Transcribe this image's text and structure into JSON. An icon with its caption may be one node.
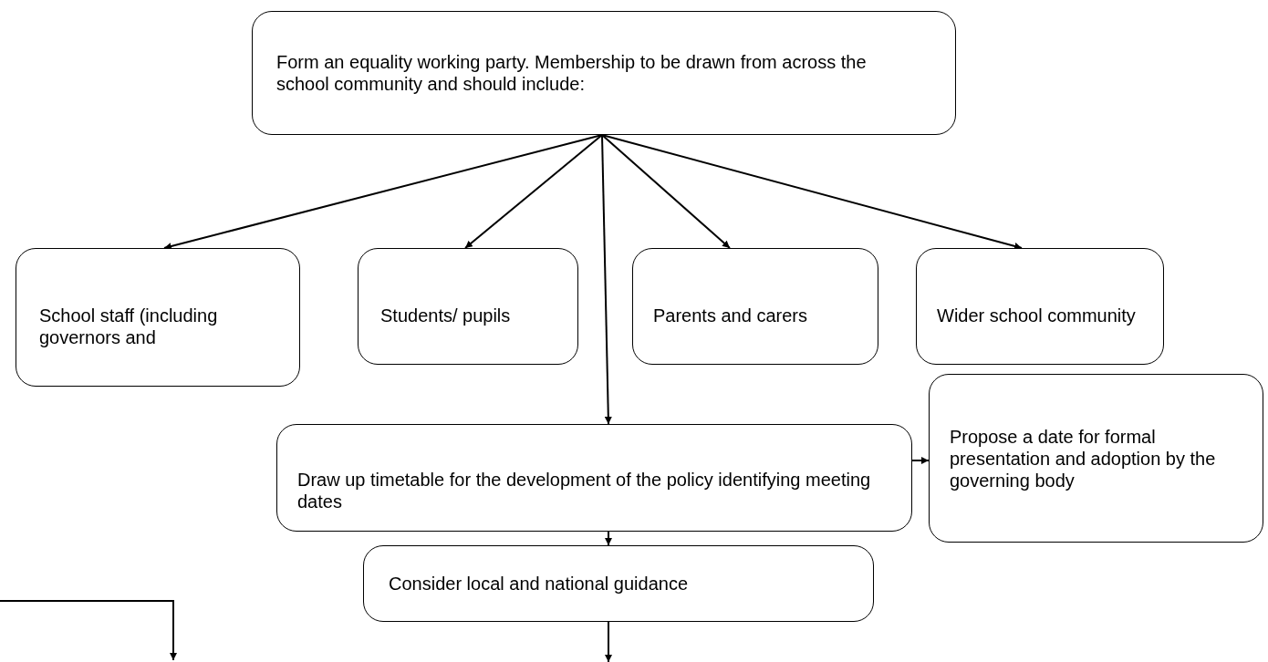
{
  "diagram": {
    "nodes": [
      {
        "text": [
          "Form an equality working party.  Membership to be drawn from across the school community and should include:"
        ]
      },
      {
        "text": [
          "School staff (including governors and"
        ]
      },
      {
        "text": [
          "Students/ pupils"
        ]
      },
      {
        "text": [
          "Parents and carers"
        ]
      },
      {
        "text": [
          "Wider school community"
        ]
      },
      {
        "text": [
          "Draw up timetable for the development of the policy identifying meeting dates"
        ]
      },
      {
        "text": [
          "Propose a date for formal presentation and adoption by the governing body"
        ]
      },
      {
        "text": [
          "Consider local and national guidance"
        ]
      }
    ],
    "edges": [
      {
        "from": 0,
        "to": 1,
        "arrow": "to"
      },
      {
        "from": 0,
        "to": 2,
        "arrow": "to"
      },
      {
        "from": 0,
        "to": 3,
        "arrow": "to"
      },
      {
        "from": 0,
        "to": 4,
        "arrow": "to"
      },
      {
        "from": 0,
        "to": 5,
        "arrow": "to"
      },
      {
        "from": 5,
        "to": 6,
        "arrow": "to"
      },
      {
        "from": 5,
        "to": 7,
        "arrow": "to"
      },
      {
        "from": 7,
        "to": null,
        "arrow": "to"
      }
    ]
  }
}
